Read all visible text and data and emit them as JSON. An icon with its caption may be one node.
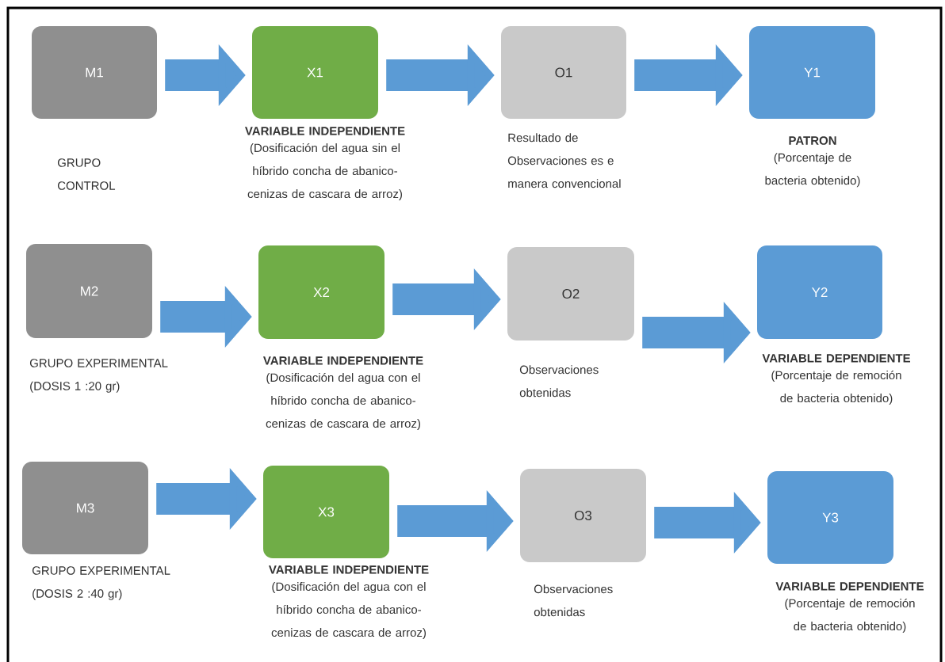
{
  "diagram": {
    "nodes": [
      {
        "text": [
          "M1"
        ],
        "beside": [
          "GRUPO CONTROL"
        ]
      },
      {
        "text": [
          "X1"
        ],
        "beside": [
          "VARIABLE INDEPENDIENTE",
          "(Dosificación del agua sin el híbrido concha de abanico-cenizas de cascara de arroz)"
        ]
      },
      {
        "text": [
          "O1"
        ],
        "beside": [
          "Resultado de Observaciones es e manera convencional"
        ]
      },
      {
        "text": [
          "Y1"
        ],
        "beside": [
          "PATRON",
          "(Porcentaje de bacteria obtenido)"
        ]
      },
      {
        "text": [
          "M2"
        ],
        "beside": [
          "GRUPO EXPERIMENTAL (DOSIS 1 :20 gr)"
        ]
      },
      {
        "text": [
          "X2"
        ],
        "beside": [
          "VARIABLE INDEPENDIENTE",
          "(Dosificación del agua con el híbrido concha de abanico-cenizas de cascara de arroz)"
        ]
      },
      {
        "text": [
          "O2"
        ],
        "beside": [
          "Observaciones obtenidas"
        ]
      },
      {
        "text": [
          "Y2"
        ],
        "beside": [
          "VARIABLE DEPENDIENTE",
          "(Porcentaje de remoción de bacteria obtenido)"
        ]
      },
      {
        "text": [
          "M3"
        ],
        "beside": [
          "GRUPO EXPERIMENTAL (DOSIS 2 :40 gr)"
        ]
      },
      {
        "text": [
          "X3"
        ],
        "beside": [
          "VARIABLE INDEPENDIENTE",
          "(Dosificación del agua con el híbrido concha de abanico-cenizas de cascara de arroz)"
        ]
      },
      {
        "text": [
          "O3"
        ],
        "beside": [
          "Observaciones obtenidas"
        ]
      },
      {
        "text": [
          "Y3"
        ],
        "beside": [
          "VARIABLE DEPENDIENTE",
          "(Porcentaje de remoción de bacteria obtenido)"
        ]
      }
    ],
    "edges": [
      {
        "from": 0,
        "to": 1,
        "arrow": "to"
      },
      {
        "from": 1,
        "to": 2,
        "arrow": "to"
      },
      {
        "from": 2,
        "to": 3,
        "arrow": "to"
      },
      {
        "from": 4,
        "to": 5,
        "arrow": "to"
      },
      {
        "from": 5,
        "to": 6,
        "arrow": "to"
      },
      {
        "from": 6,
        "to": 7,
        "arrow": "to"
      },
      {
        "from": 8,
        "to": 9,
        "arrow": "to"
      },
      {
        "from": 9,
        "to": 10,
        "arrow": "to"
      },
      {
        "from": 10,
        "to": 11,
        "arrow": "to"
      }
    ]
  }
}
